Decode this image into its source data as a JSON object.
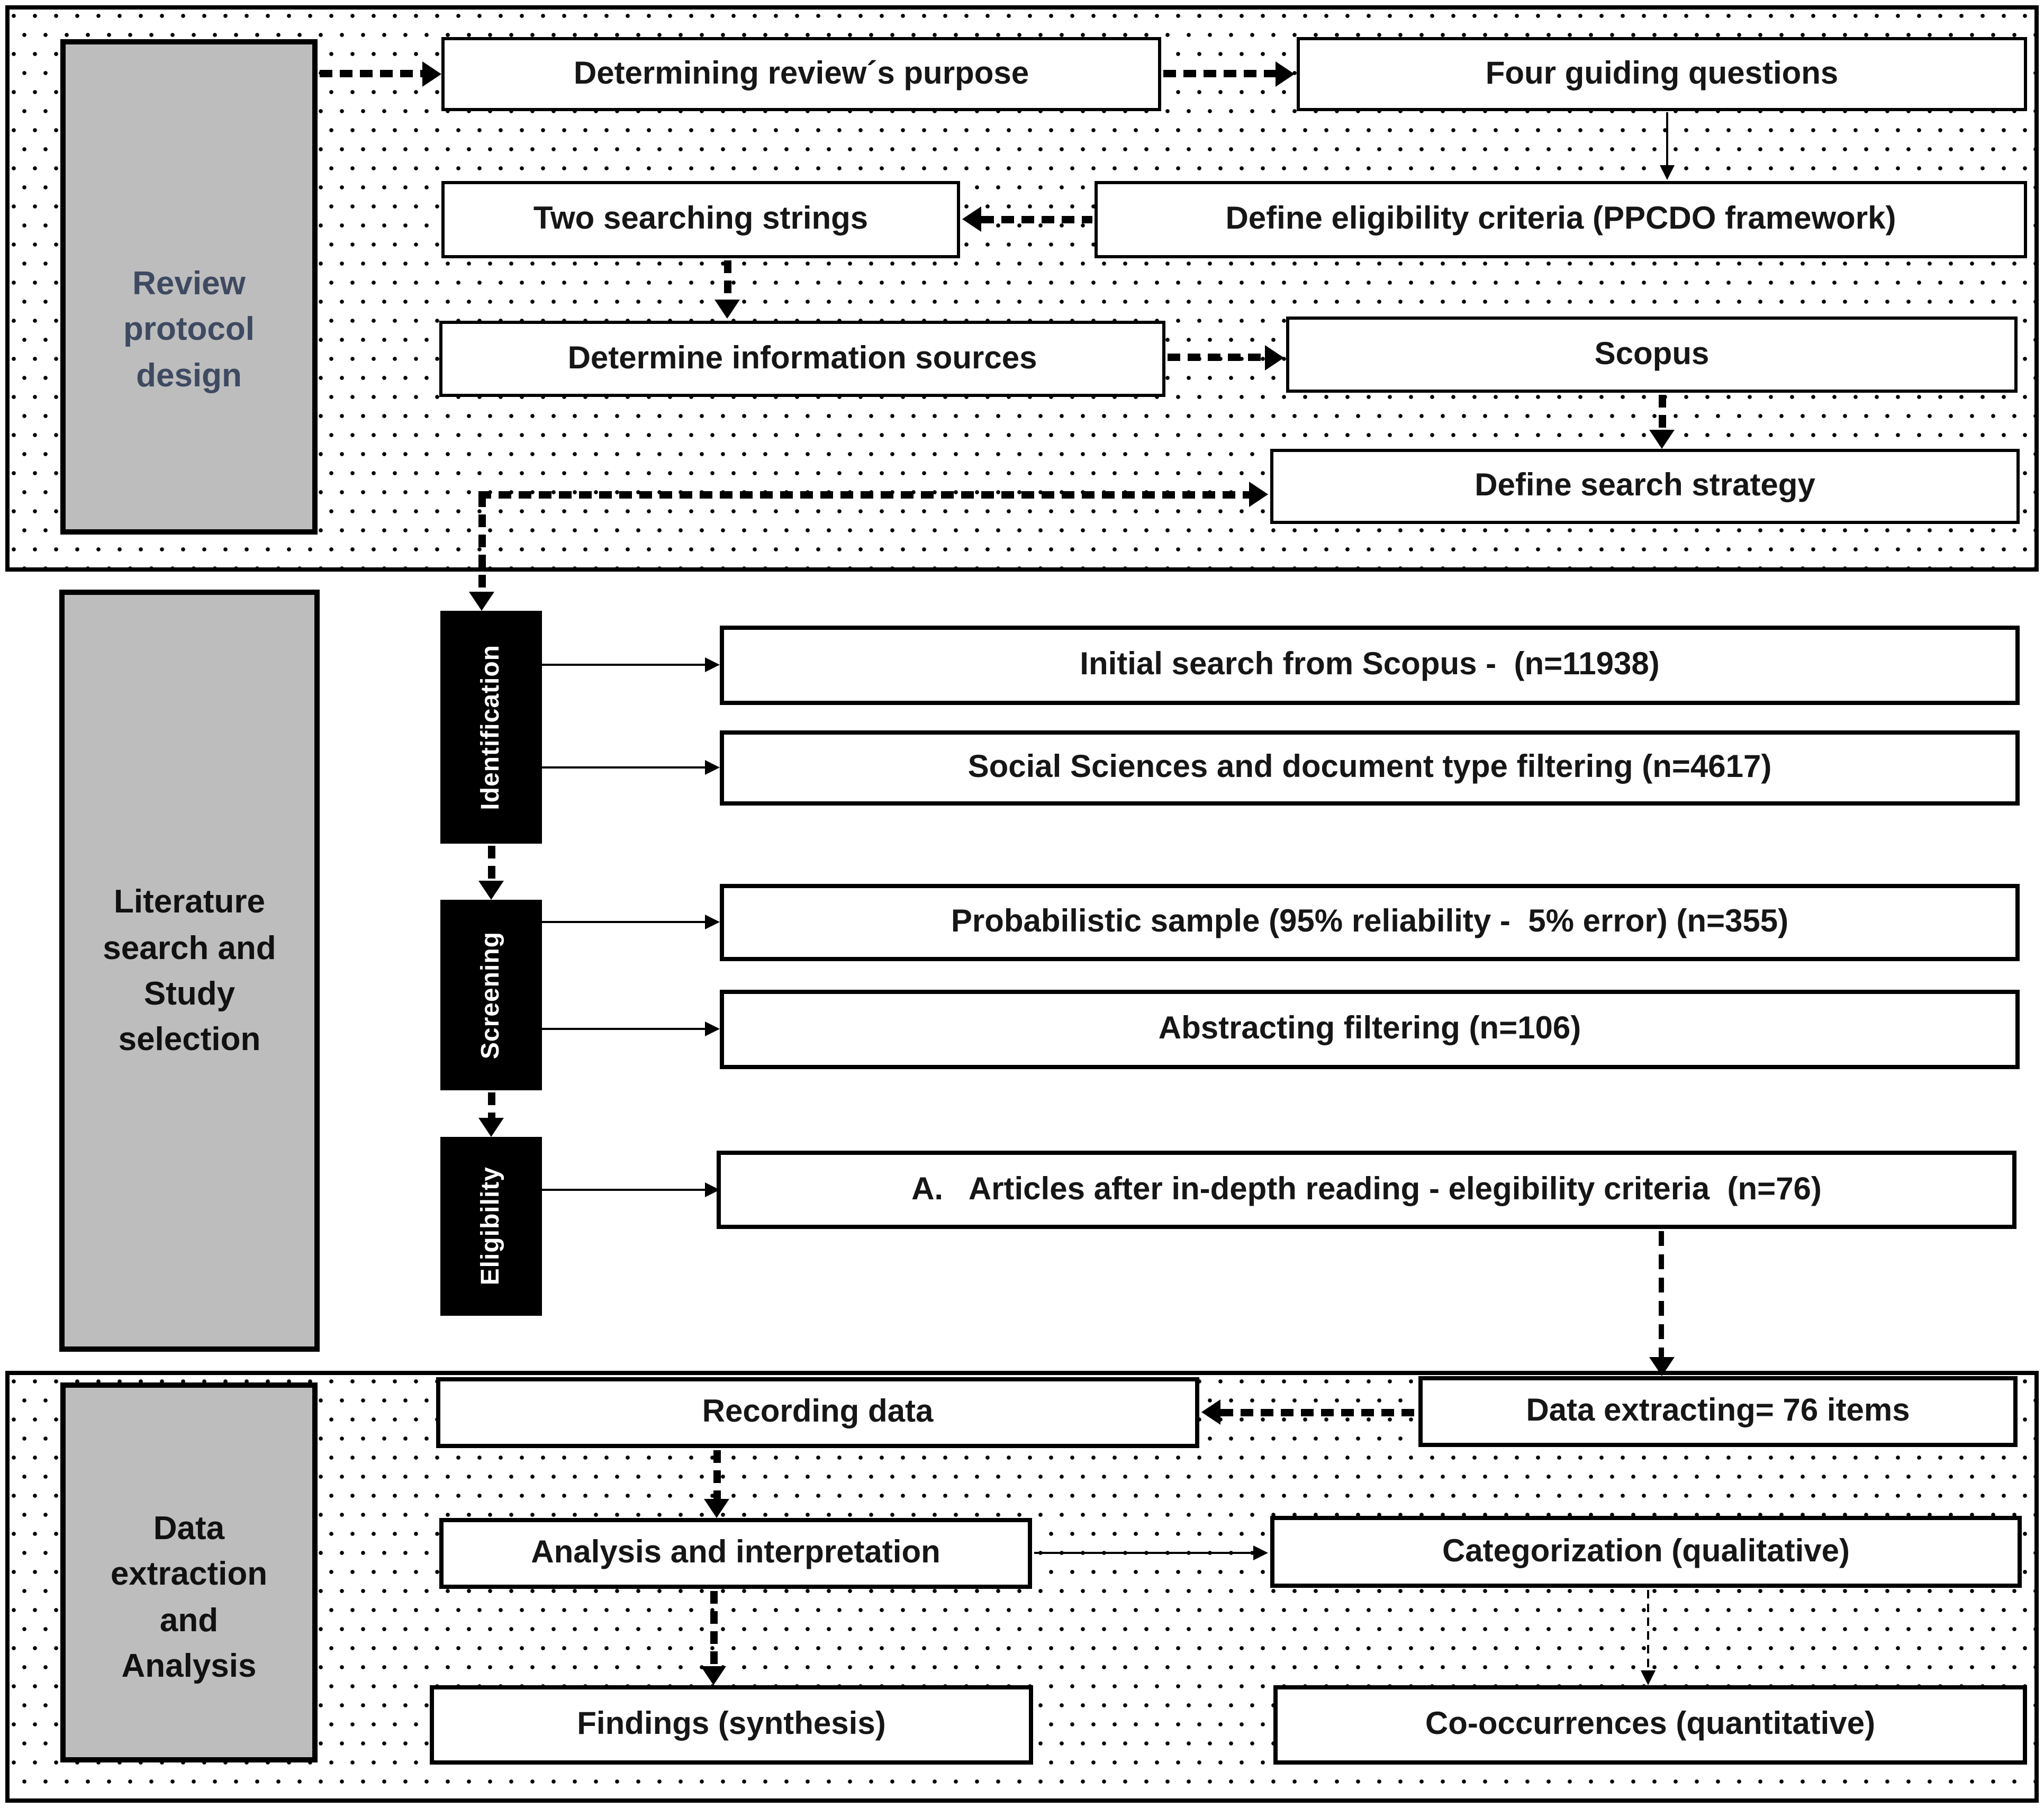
{
  "colors": {
    "background": "#ffffff",
    "line": "#000000",
    "gray_box_fill": "#bdbdbd",
    "review_label_text": "#3e4a61",
    "phase_box_fill": "#000000",
    "phase_box_text": "#ffffff",
    "box_text": "#161616"
  },
  "sections": {
    "review_protocol": {
      "label": "Review\nprotocol\ndesign",
      "boxes": {
        "determining_purpose": "Determining review´s purpose",
        "four_questions": "Four guiding questions",
        "two_strings": "Two searching strings",
        "eligibility_criteria": "Define eligibility criteria (PPCDO framework)",
        "info_sources": "Determine information sources",
        "scopus": "Scopus",
        "search_strategy": "Define search strategy"
      }
    },
    "literature_search": {
      "label": "Literature\nsearch and\nStudy\nselection",
      "phases": {
        "identification": "Identification",
        "screening": "Screening",
        "eligibility": "Eligibility"
      },
      "results": {
        "initial_search": "Initial search from Scopus -  (n=11938)",
        "social_filtering": "Social Sciences and document type filtering (n=4617)",
        "probabilistic_sample": "Probabilistic sample (95% reliability -  5% error) (n=355)",
        "abstract_filtering": "Abstracting filtering (n=106)",
        "articles_in_depth": "A.   Articles after in-depth reading - elegibility criteria  (n=76)"
      }
    },
    "data_extraction": {
      "label": "Data\nextraction\nand\nAnalysis",
      "boxes": {
        "recording_data": "Recording data",
        "data_extracting": "Data extracting= 76 items",
        "analysis_interpretation": "Analysis and interpretation",
        "categorization": "Categorization (qualitative)",
        "findings": "Findings (synthesis)",
        "co_occurrences": "Co-occurrences (quantitative)"
      }
    }
  }
}
